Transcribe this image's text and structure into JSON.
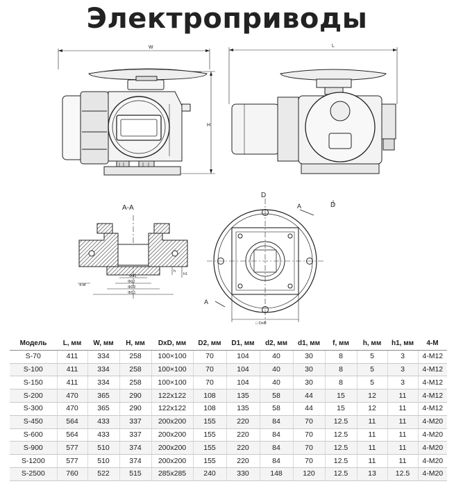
{
  "title": "Электроприводы",
  "drawing_labels": {
    "front_w": "W",
    "front_h": "H",
    "side_l": "L",
    "section_title": "A-A",
    "section_m": "4-M",
    "section_d1": "Φd1",
    "section_d2": "Φd2",
    "section_D2": "ΦD2",
    "section_D1": "ΦD1",
    "section_h": "h",
    "section_h1": "h1",
    "flange_d_top": "D",
    "flange_d_right": "D",
    "flange_a_top": "A",
    "flange_a_bottom": "A",
    "flange_dxd": "□ DxD"
  },
  "table": {
    "headers": [
      "Модель",
      "L, мм",
      "W, мм",
      "H, мм",
      "DxD, мм",
      "D2, мм",
      "D1, мм",
      "d2, мм",
      "d1, мм",
      "f, мм",
      "h, мм",
      "h1, мм",
      "4-M"
    ],
    "rows": [
      [
        "S-70",
        "411",
        "334",
        "258",
        "100×100",
        "70",
        "104",
        "40",
        "30",
        "8",
        "5",
        "3",
        "4-M12"
      ],
      [
        "S-100",
        "411",
        "334",
        "258",
        "100×100",
        "70",
        "104",
        "40",
        "30",
        "8",
        "5",
        "3",
        "4-M12"
      ],
      [
        "S-150",
        "411",
        "334",
        "258",
        "100×100",
        "70",
        "104",
        "40",
        "30",
        "8",
        "5",
        "3",
        "4-M12"
      ],
      [
        "S-200",
        "470",
        "365",
        "290",
        "122x122",
        "108",
        "135",
        "58",
        "44",
        "15",
        "12",
        "11",
        "4-M12"
      ],
      [
        "S-300",
        "470",
        "365",
        "290",
        "122x122",
        "108",
        "135",
        "58",
        "44",
        "15",
        "12",
        "11",
        "4-M12"
      ],
      [
        "S-450",
        "564",
        "433",
        "337",
        "200x200",
        "155",
        "220",
        "84",
        "70",
        "12.5",
        "11",
        "11",
        "4-M20"
      ],
      [
        "S-600",
        "564",
        "433",
        "337",
        "200x200",
        "155",
        "220",
        "84",
        "70",
        "12.5",
        "11",
        "11",
        "4-M20"
      ],
      [
        "S-900",
        "577",
        "510",
        "374",
        "200x200",
        "155",
        "220",
        "84",
        "70",
        "12.5",
        "11",
        "11",
        "4-M20"
      ],
      [
        "S-1200",
        "577",
        "510",
        "374",
        "200x200",
        "155",
        "220",
        "84",
        "70",
        "12.5",
        "11",
        "11",
        "4-M20"
      ],
      [
        "S-2500",
        "760",
        "522",
        "515",
        "285x285",
        "240",
        "330",
        "148",
        "120",
        "12.5",
        "13",
        "12.5",
        "4-M20"
      ]
    ]
  }
}
